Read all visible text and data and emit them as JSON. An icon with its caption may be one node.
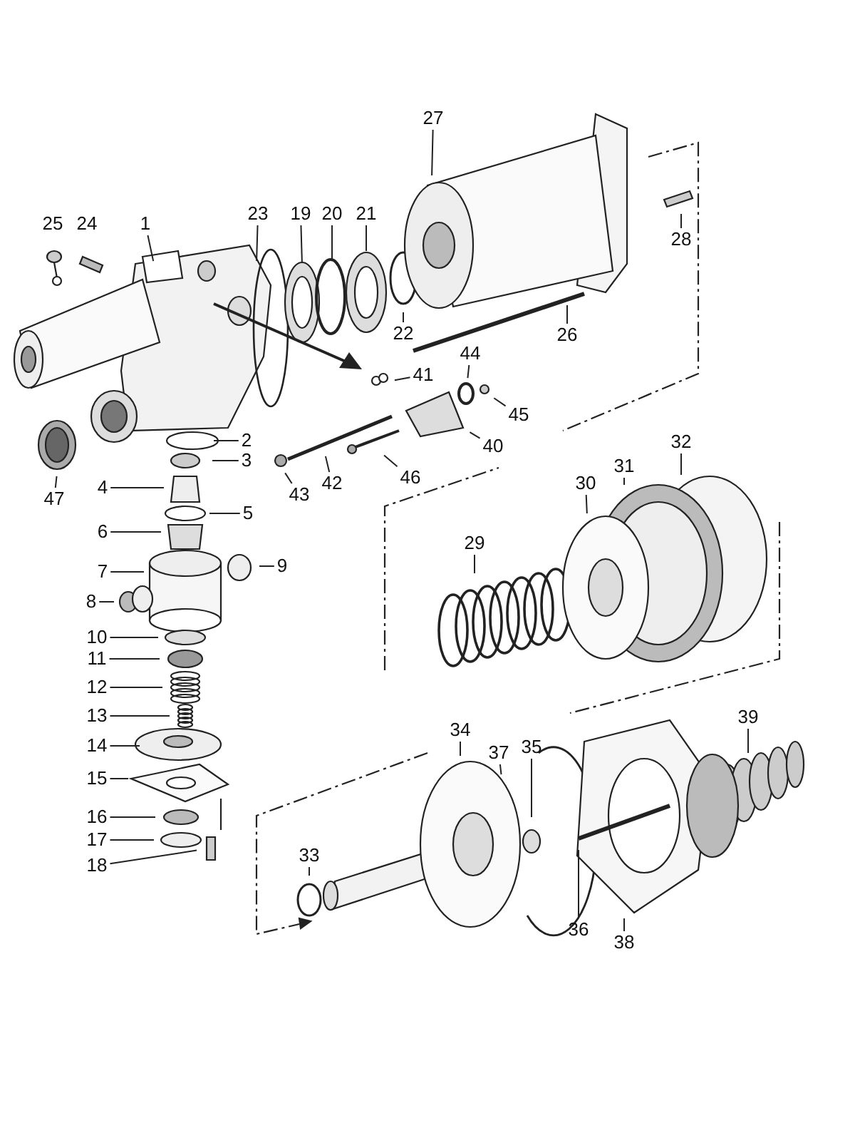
{
  "diagram": {
    "nodes": [
      {
        "text": [
          "1"
        ]
      },
      {
        "text": [
          "2"
        ]
      },
      {
        "text": [
          "3"
        ]
      },
      {
        "text": [
          "4"
        ]
      },
      {
        "text": [
          "5"
        ]
      },
      {
        "text": [
          "6"
        ]
      },
      {
        "text": [
          "7"
        ]
      },
      {
        "text": [
          "8"
        ]
      },
      {
        "text": [
          "9"
        ]
      },
      {
        "text": [
          "10"
        ]
      },
      {
        "text": [
          "11"
        ]
      },
      {
        "text": [
          "12"
        ]
      },
      {
        "text": [
          "13"
        ]
      },
      {
        "text": [
          "14"
        ]
      },
      {
        "text": [
          "15"
        ]
      },
      {
        "text": [
          "16"
        ]
      },
      {
        "text": [
          "17"
        ]
      },
      {
        "text": [
          "18"
        ]
      },
      {
        "text": [
          "19"
        ]
      },
      {
        "text": [
          "20"
        ]
      },
      {
        "text": [
          "21"
        ]
      },
      {
        "text": [
          "22"
        ]
      },
      {
        "text": [
          "23"
        ]
      },
      {
        "text": [
          "26"
        ]
      },
      {
        "text": [
          "27"
        ]
      },
      {
        "text": [
          "28"
        ]
      },
      {
        "text": [
          "29"
        ]
      },
      {
        "text": [
          "30"
        ]
      },
      {
        "text": [
          "31"
        ]
      },
      {
        "text": [
          "32"
        ]
      },
      {
        "text": [
          "33"
        ]
      },
      {
        "text": [
          "34"
        ]
      },
      {
        "text": [
          "35"
        ]
      },
      {
        "text": [
          "36"
        ]
      },
      {
        "text": [
          "37"
        ]
      },
      {
        "text": [
          "38"
        ]
      },
      {
        "text": [
          "39"
        ]
      },
      {
        "text": [
          "40"
        ]
      },
      {
        "text": [
          "41"
        ]
      },
      {
        "text": [
          "42"
        ]
      },
      {
        "text": [
          "43"
        ]
      },
      {
        "text": [
          "44"
        ]
      },
      {
        "text": [
          "45"
        ]
      },
      {
        "text": [
          "46"
        ]
      },
      {
        "text": [
          "47"
        ]
      }
    ],
    "edges": [
      {
        "from": 0,
        "to": null,
        "arrow": "none"
      },
      {
        "from": 1,
        "to": null,
        "arrow": "none"
      },
      {
        "from": 2,
        "to": null,
        "arrow": "none"
      },
      {
        "from": 3,
        "to": null,
        "arrow": "none"
      },
      {
        "from": 4,
        "to": null,
        "arrow": "none"
      },
      {
        "from": 5,
        "to": null,
        "arrow": "none"
      },
      {
        "from": 6,
        "to": null,
        "arrow": "none"
      },
      {
        "from": 7,
        "to": null,
        "arrow": "none"
      },
      {
        "from": 8,
        "to": null,
        "arrow": "none"
      },
      {
        "from": 9,
        "to": null,
        "arrow": "none"
      },
      {
        "from": 10,
        "to": null,
        "arrow": "none"
      },
      {
        "from": 11,
        "to": null,
        "arrow": "none"
      },
      {
        "from": 12,
        "to": null,
        "arrow": "none"
      },
      {
        "from": 13,
        "to": null,
        "arrow": "none"
      },
      {
        "from": 14,
        "to": null,
        "arrow": "none"
      },
      {
        "from": 15,
        "to": null,
        "arrow": "none"
      },
      {
        "from": 16,
        "to": null,
        "arrow": "none"
      },
      {
        "from": 17,
        "to": null,
        "arrow": "none"
      },
      {
        "from": 18,
        "to": null,
        "arrow": "none"
      },
      {
        "from": 19,
        "to": null,
        "arrow": "none"
      },
      {
        "from": 20,
        "to": null,
        "arrow": "none"
      },
      {
        "from": 21,
        "to": null,
        "arrow": "none"
      },
      {
        "from": 22,
        "to": null,
        "arrow": "none"
      },
      {
        "from": 23,
        "to": null,
        "arrow": "none"
      },
      {
        "from": 24,
        "to": null,
        "arrow": "none"
      },
      {
        "from": 25,
        "to": null,
        "arrow": "none"
      },
      {
        "from": 26,
        "to": null,
        "arrow": "none"
      },
      {
        "from": 27,
        "to": null,
        "arrow": "none"
      },
      {
        "from": 28,
        "to": null,
        "arrow": "none"
      },
      {
        "from": 29,
        "to": null,
        "arrow": "none"
      },
      {
        "from": 30,
        "to": null,
        "arrow": "none"
      },
      {
        "from": 31,
        "to": null,
        "arrow": "none"
      },
      {
        "from": 32,
        "to": null,
        "arrow": "none"
      },
      {
        "from": 33,
        "to": null,
        "arrow": "none"
      },
      {
        "from": 34,
        "to": null,
        "arrow": "none"
      },
      {
        "from": 35,
        "to": null,
        "arrow": "none"
      },
      {
        "from": 36,
        "to": null,
        "arrow": "none"
      },
      {
        "from": 37,
        "to": null,
        "arrow": "none"
      },
      {
        "from": 38,
        "to": null,
        "arrow": "none"
      },
      {
        "from": 39,
        "to": null,
        "arrow": "none"
      },
      {
        "from": 40,
        "to": null,
        "arrow": "none"
      },
      {
        "from": 41,
        "to": null,
        "arrow": "none"
      },
      {
        "from": 42,
        "to": null,
        "arrow": "none"
      },
      {
        "from": 43,
        "to": null,
        "arrow": "none"
      },
      {
        "from": 44,
        "to": null,
        "arrow": "none"
      }
    ],
    "labels": [
      "25",
      "24"
    ]
  }
}
